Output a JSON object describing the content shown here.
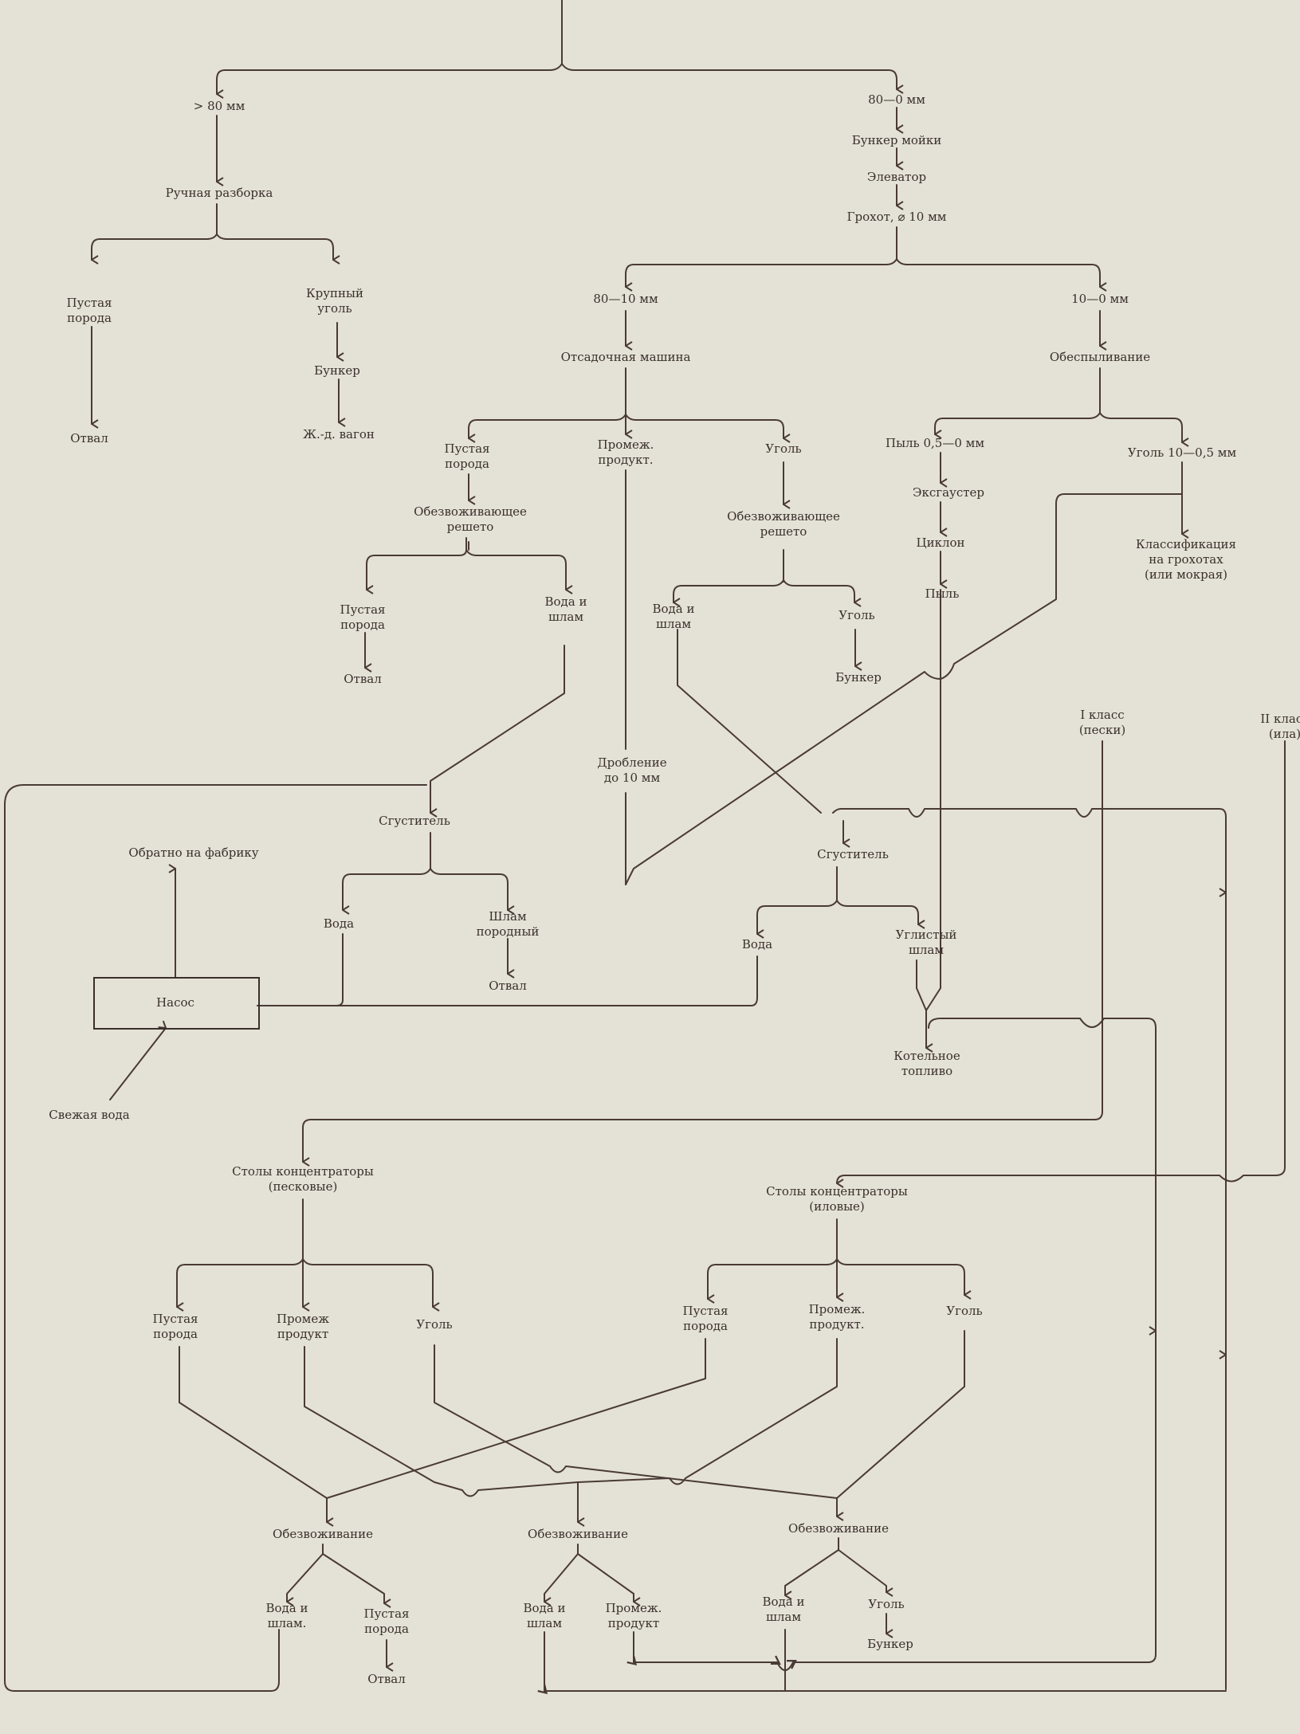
{
  "diagram": {
    "type": "process-flow",
    "subject": "Coal washing / preparation flowsheet",
    "colors": {
      "paper": "#e4e2d6",
      "ink": "#3a2f2c"
    },
    "nodes": {
      "over80": "> 80 мм",
      "hand_sort": "Ручная разборка",
      "waste_rock_1": "Пустая\nпорода",
      "dump_1": "Отвал",
      "large_coal": "Крупный\nуголь",
      "bunker_1": "Бункер",
      "rail_car": "Ж.-д. вагон",
      "size_80_0": "80—0 мм",
      "wash_bunker": "Бункер мойки",
      "elevator": "Элеватор",
      "screen_10": "Грохот, ⌀ 10 мм",
      "size_80_10": "80—10 мм",
      "jig": "Отсадочная машина",
      "jig_waste": "Пустая\nпорода",
      "jig_middlings": "Промеж.\nпродукт.",
      "jig_coal": "Уголь",
      "dewater_screen_1": "Обезвоживающее\nрешето",
      "dewater_screen_2": "Обезвоживающее\nрешето",
      "ds1_waste": "Пустая\nпорода",
      "ds1_dump": "Отвал",
      "ds1_water_slime": "Вода и\nшлам",
      "ds2_water_slime": "Вода и\nшлам",
      "ds2_coal": "Уголь",
      "ds2_bunker": "Бункер",
      "crushing": "Дробление\nдо 10 мм",
      "size_10_0": "10—0 мм",
      "dedusting": "Обеспыливание",
      "dust_05_0": "Пыль 0,5—0 мм",
      "exhauster": "Эксгаустер",
      "cyclone": "Циклон",
      "dust": "Пыль",
      "coal_10_05": "Уголь 10—0,5 мм",
      "classification": "Классификация\nна грохотах\n(или мокрая)",
      "class_1": "I класс\n(пески)",
      "class_2": "II класс\n(ила)",
      "thickener_1": "Сгуститель",
      "back_to_plant": "Обратно на фабрику",
      "th1_water": "Вода",
      "th1_rock_slime": "Шлам\nпородный",
      "th1_dump": "Отвал",
      "pump": "Насос",
      "fresh_water": "Свежая вода",
      "thickener_2": "Сгуститель",
      "th2_water": "Вода",
      "th2_coal_slime": "Углистый\nшлам",
      "boiler_fuel": "Котельное\nтопливо",
      "tables_sand": "Столы концентраторы\n(песковые)",
      "tables_slime": "Столы концентраторы\n(иловые)",
      "ts_waste": "Пустая\nпорода",
      "ts_middlings": "Промеж\nпродукт",
      "ts_coal": "Уголь",
      "tl_waste": "Пустая\nпорода",
      "tl_middlings": "Промеж.\nпродукт.",
      "tl_coal": "Уголь",
      "dewatering_1": "Обезвоживание",
      "dewatering_2": "Обезвоживание",
      "dewatering_3": "Обезвоживание",
      "dw1_water_slime": "Вода и\nшлам.",
      "dw1_waste": "Пустая\nпорода",
      "dw1_dump": "Отвал",
      "dw2_water_slime": "Вода и\nшлам",
      "dw2_middlings": "Промеж.\nпродукт",
      "dw3_water_slime": "Вода и\nшлам",
      "dw3_coal": "Уголь",
      "dw3_bunker": "Бункер"
    }
  }
}
